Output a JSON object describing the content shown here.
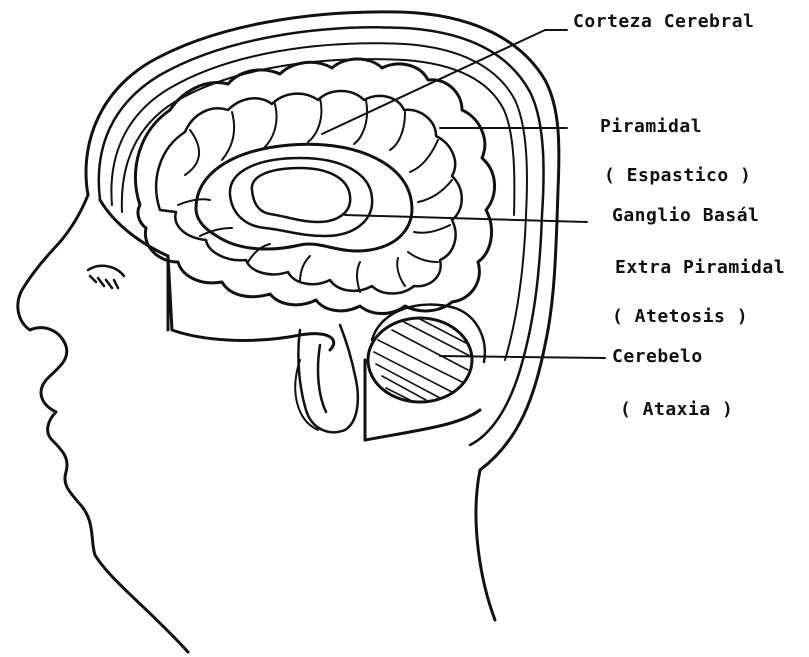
{
  "diagram": {
    "labels": {
      "corteza": "Corteza Cerebral",
      "piramidal": "Piramidal",
      "espastico": "( Espastico )",
      "ganglio": "Ganglio Basál",
      "extra_piramidal": "Extra Piramidal",
      "atetosis": "( Atetosis )",
      "cerebelo": "Cerebelo",
      "ataxia": "( Ataxia )"
    },
    "colors": {
      "ink": "#111111",
      "background": "#ffffff"
    }
  }
}
